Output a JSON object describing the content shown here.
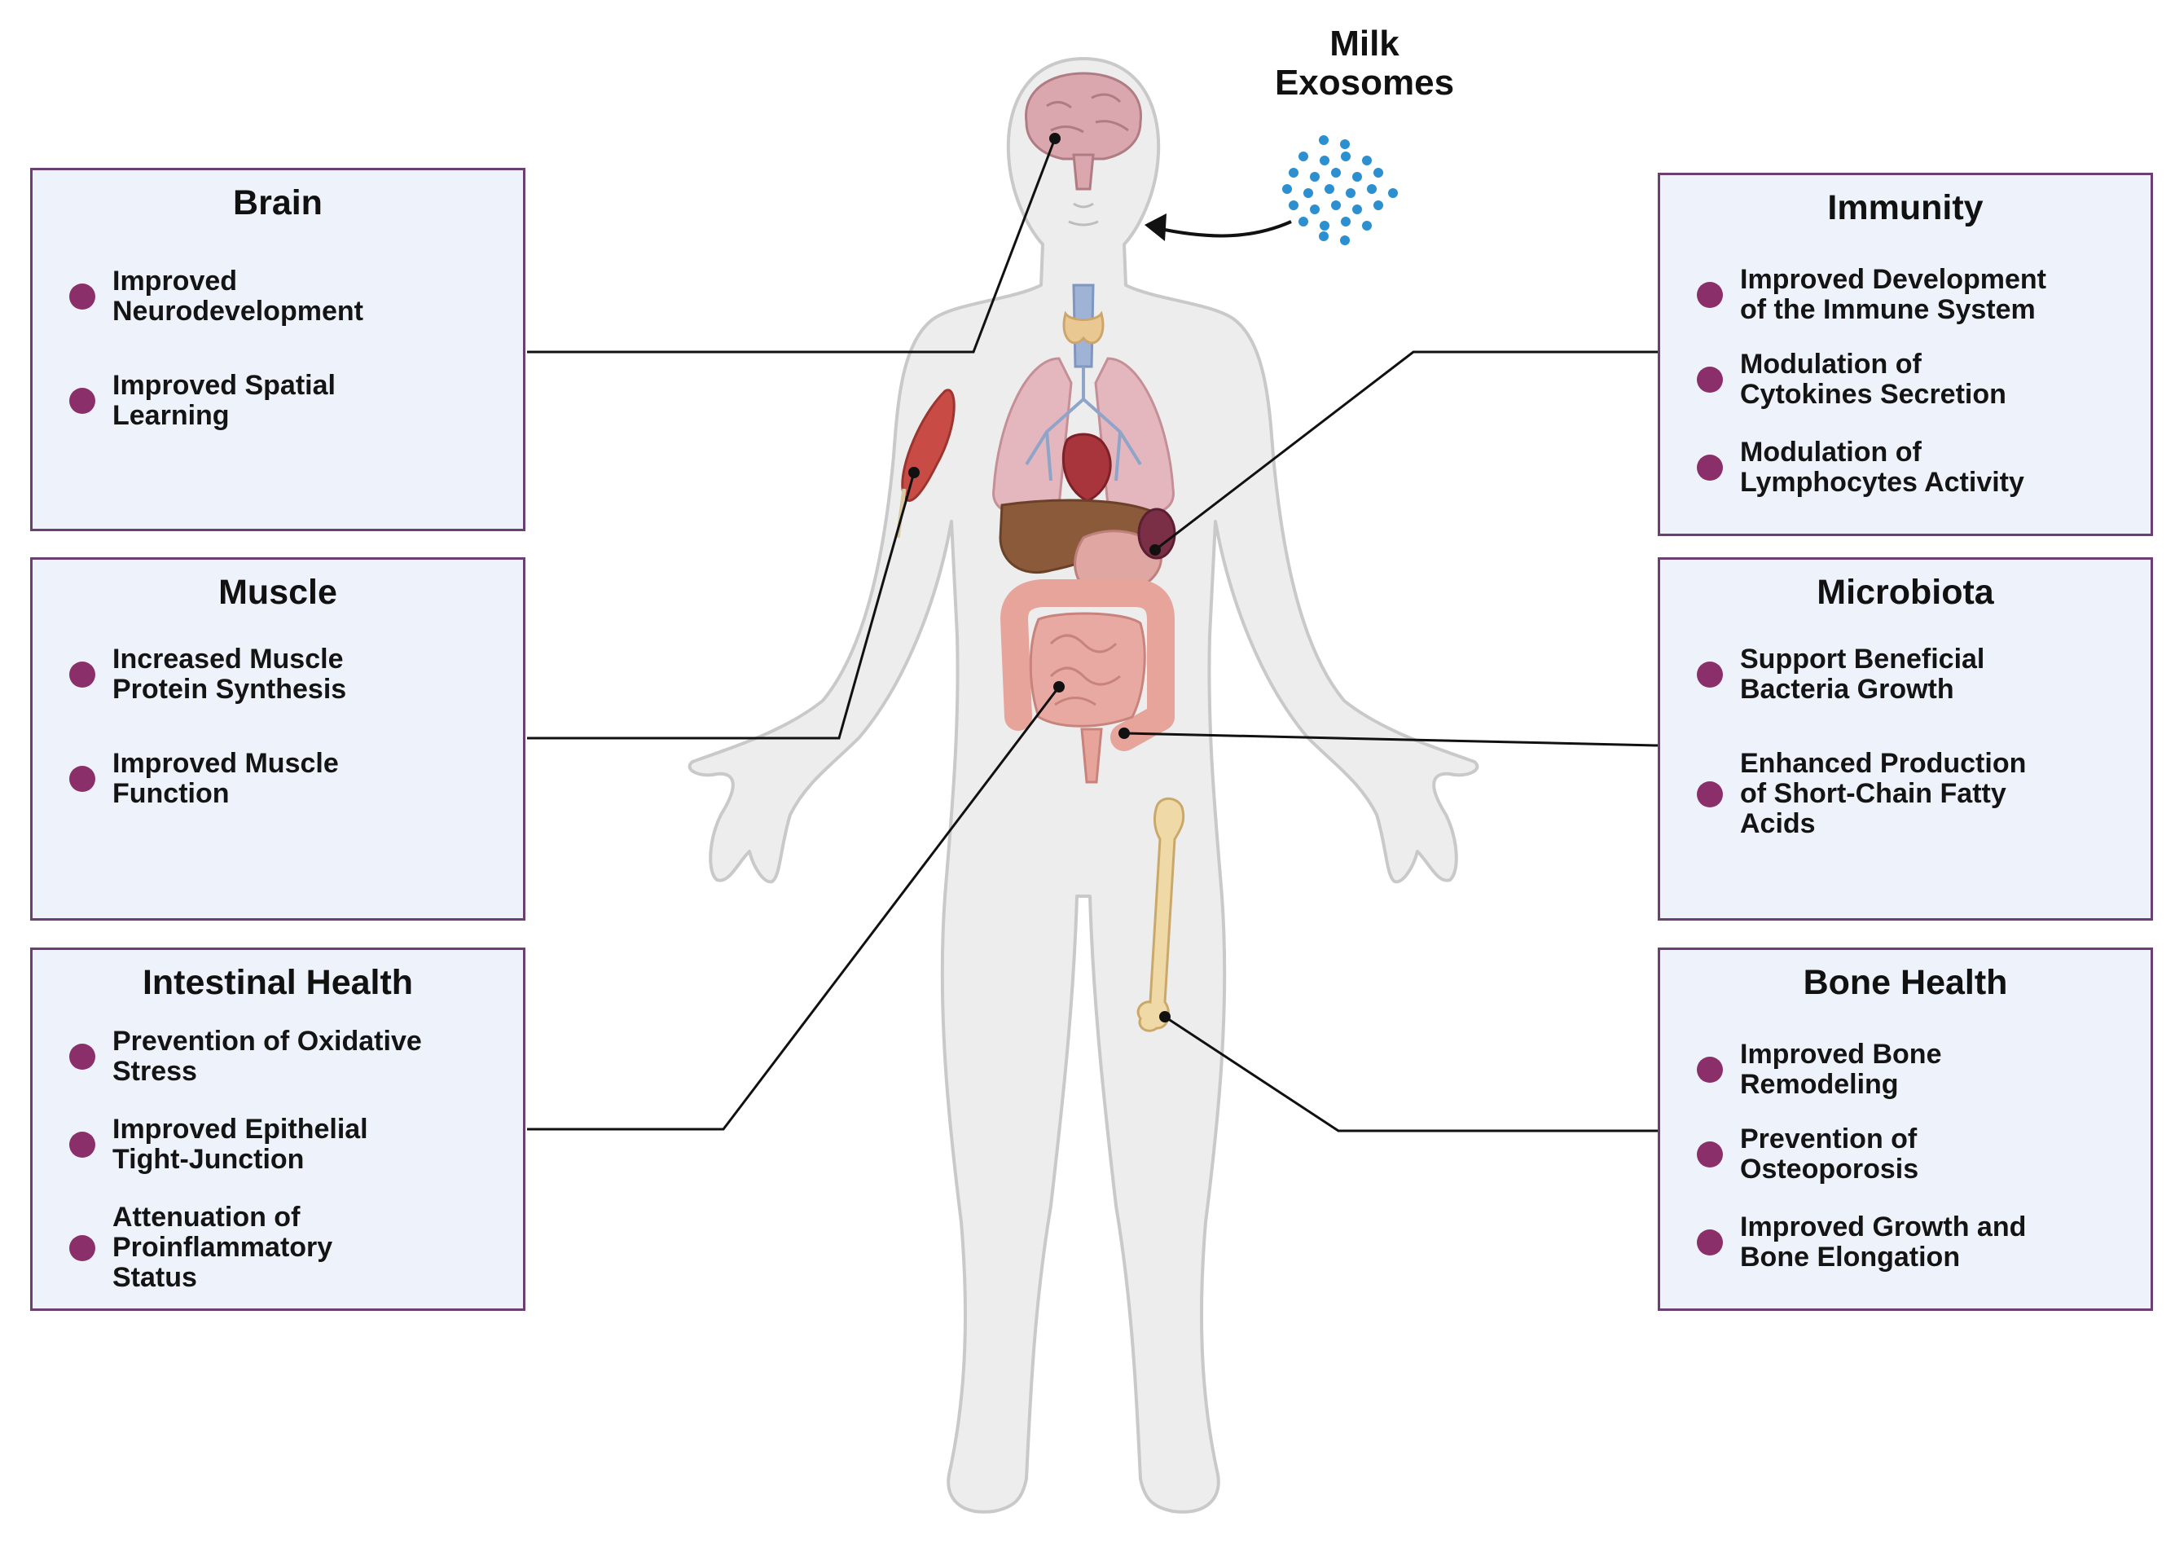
{
  "exosomes": {
    "label_line1": "Milk",
    "label_line2": "Exosomes"
  },
  "colors": {
    "panel_fill": "#eef3fb",
    "panel_border": "#6b3f74",
    "bullet": "#8a2f6a",
    "exosome_dots": "#2b8fd0",
    "body_fill": "#ededed",
    "body_outline": "#c9c9c9"
  },
  "panels": [
    {
      "id": "brain",
      "title": "Brain",
      "items": [
        {
          "lines": [
            "Improved",
            "Neurodevelopment"
          ]
        },
        {
          "lines": [
            "Improved Spatial",
            "Learning"
          ]
        }
      ]
    },
    {
      "id": "muscle",
      "title": "Muscle",
      "items": [
        {
          "lines": [
            "Increased Muscle",
            "Protein Synthesis"
          ]
        },
        {
          "lines": [
            "Improved Muscle",
            "Function"
          ]
        }
      ]
    },
    {
      "id": "intestinal",
      "title": "Intestinal Health",
      "items": [
        {
          "lines": [
            "Prevention of Oxidative",
            "Stress"
          ]
        },
        {
          "lines": [
            "Improved Epithelial",
            "Tight-Junction"
          ]
        },
        {
          "lines": [
            "Attenuation of",
            "Proinflammatory",
            "Status"
          ]
        }
      ]
    },
    {
      "id": "immunity",
      "title": "Immunity",
      "items": [
        {
          "lines": [
            "Improved Development",
            "of the Immune System"
          ]
        },
        {
          "lines": [
            "Modulation of",
            "Cytokines Secretion"
          ]
        },
        {
          "lines": [
            "Modulation of",
            "Lymphocytes Activity"
          ]
        }
      ]
    },
    {
      "id": "microbiota",
      "title": "Microbiota",
      "items": [
        {
          "lines": [
            "Support Beneficial",
            "Bacteria Growth"
          ]
        },
        {
          "lines": [
            "Enhanced Production",
            "of Short-Chain Fatty",
            "Acids"
          ]
        }
      ]
    },
    {
      "id": "bone",
      "title": "Bone Health",
      "items": [
        {
          "lines": [
            "Improved Bone",
            "Remodeling"
          ]
        },
        {
          "lines": [
            "Prevention of",
            "Osteoporosis"
          ]
        },
        {
          "lines": [
            "Improved Growth and",
            "Bone Elongation"
          ]
        }
      ]
    }
  ]
}
